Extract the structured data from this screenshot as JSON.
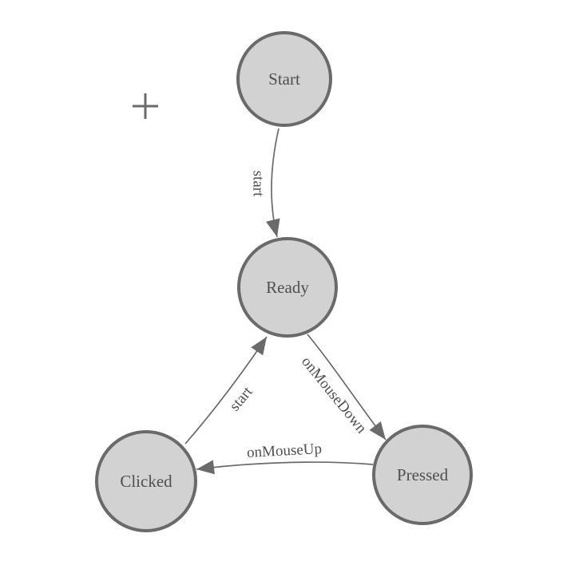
{
  "colors": {
    "background": "#ffffff",
    "node_fill": "#d2d2d2",
    "node_stroke": "#6a6a6a",
    "edge_stroke": "#6a6a6a",
    "label_text": "#4f4f4f"
  },
  "nodes": [
    {
      "id": "start",
      "label": "Start"
    },
    {
      "id": "ready",
      "label": "Ready"
    },
    {
      "id": "clicked",
      "label": "Clicked"
    },
    {
      "id": "pressed",
      "label": "Pressed"
    }
  ],
  "edges": [
    {
      "from": "Start",
      "to": "Ready",
      "label": "start"
    },
    {
      "from": "Ready",
      "to": "Pressed",
      "label": "onMouseDown"
    },
    {
      "from": "Pressed",
      "to": "Clicked",
      "label": "onMouseUp"
    },
    {
      "from": "Clicked",
      "to": "Ready",
      "label": "start"
    }
  ],
  "icons": [
    {
      "name": "crosshair-icon",
      "glyph": "+"
    }
  ]
}
